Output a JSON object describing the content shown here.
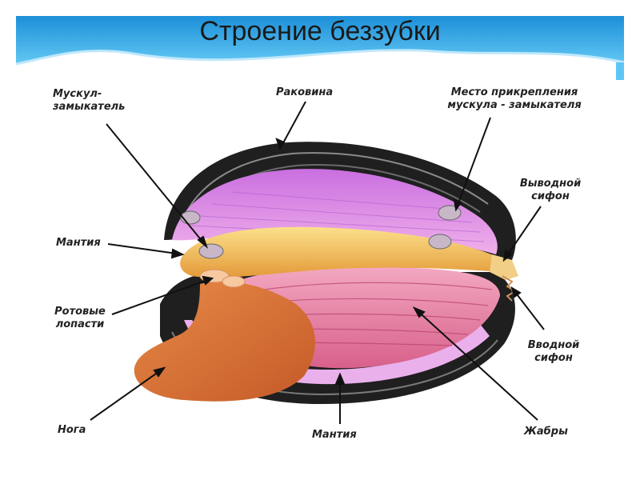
{
  "title": "Строение беззубки",
  "colors": {
    "banner_top": "#1c8fd8",
    "banner_bottom": "#5ec6f4",
    "shell_dark": "#1e1e1e",
    "mantle": "#e0a0e6",
    "body": "#f4c060",
    "foot": "#d9743a",
    "gills": "#e87ca4"
  },
  "labels": {
    "adductor_muscle": "Мускул-\nзамыкатель",
    "shell": "Раковина",
    "muscle_attachment": "Место прикрепления\nмускула - замыкателя",
    "excurrent_siphon": "Выводной\nсифон",
    "mantle_top": "Мантия",
    "oral_lobes": "Ротовые\nлопасти",
    "incurrent_siphon": "Вводной\nсифон",
    "foot": "Нога",
    "mantle_bottom": "Мантия",
    "gills": "Жабры"
  }
}
